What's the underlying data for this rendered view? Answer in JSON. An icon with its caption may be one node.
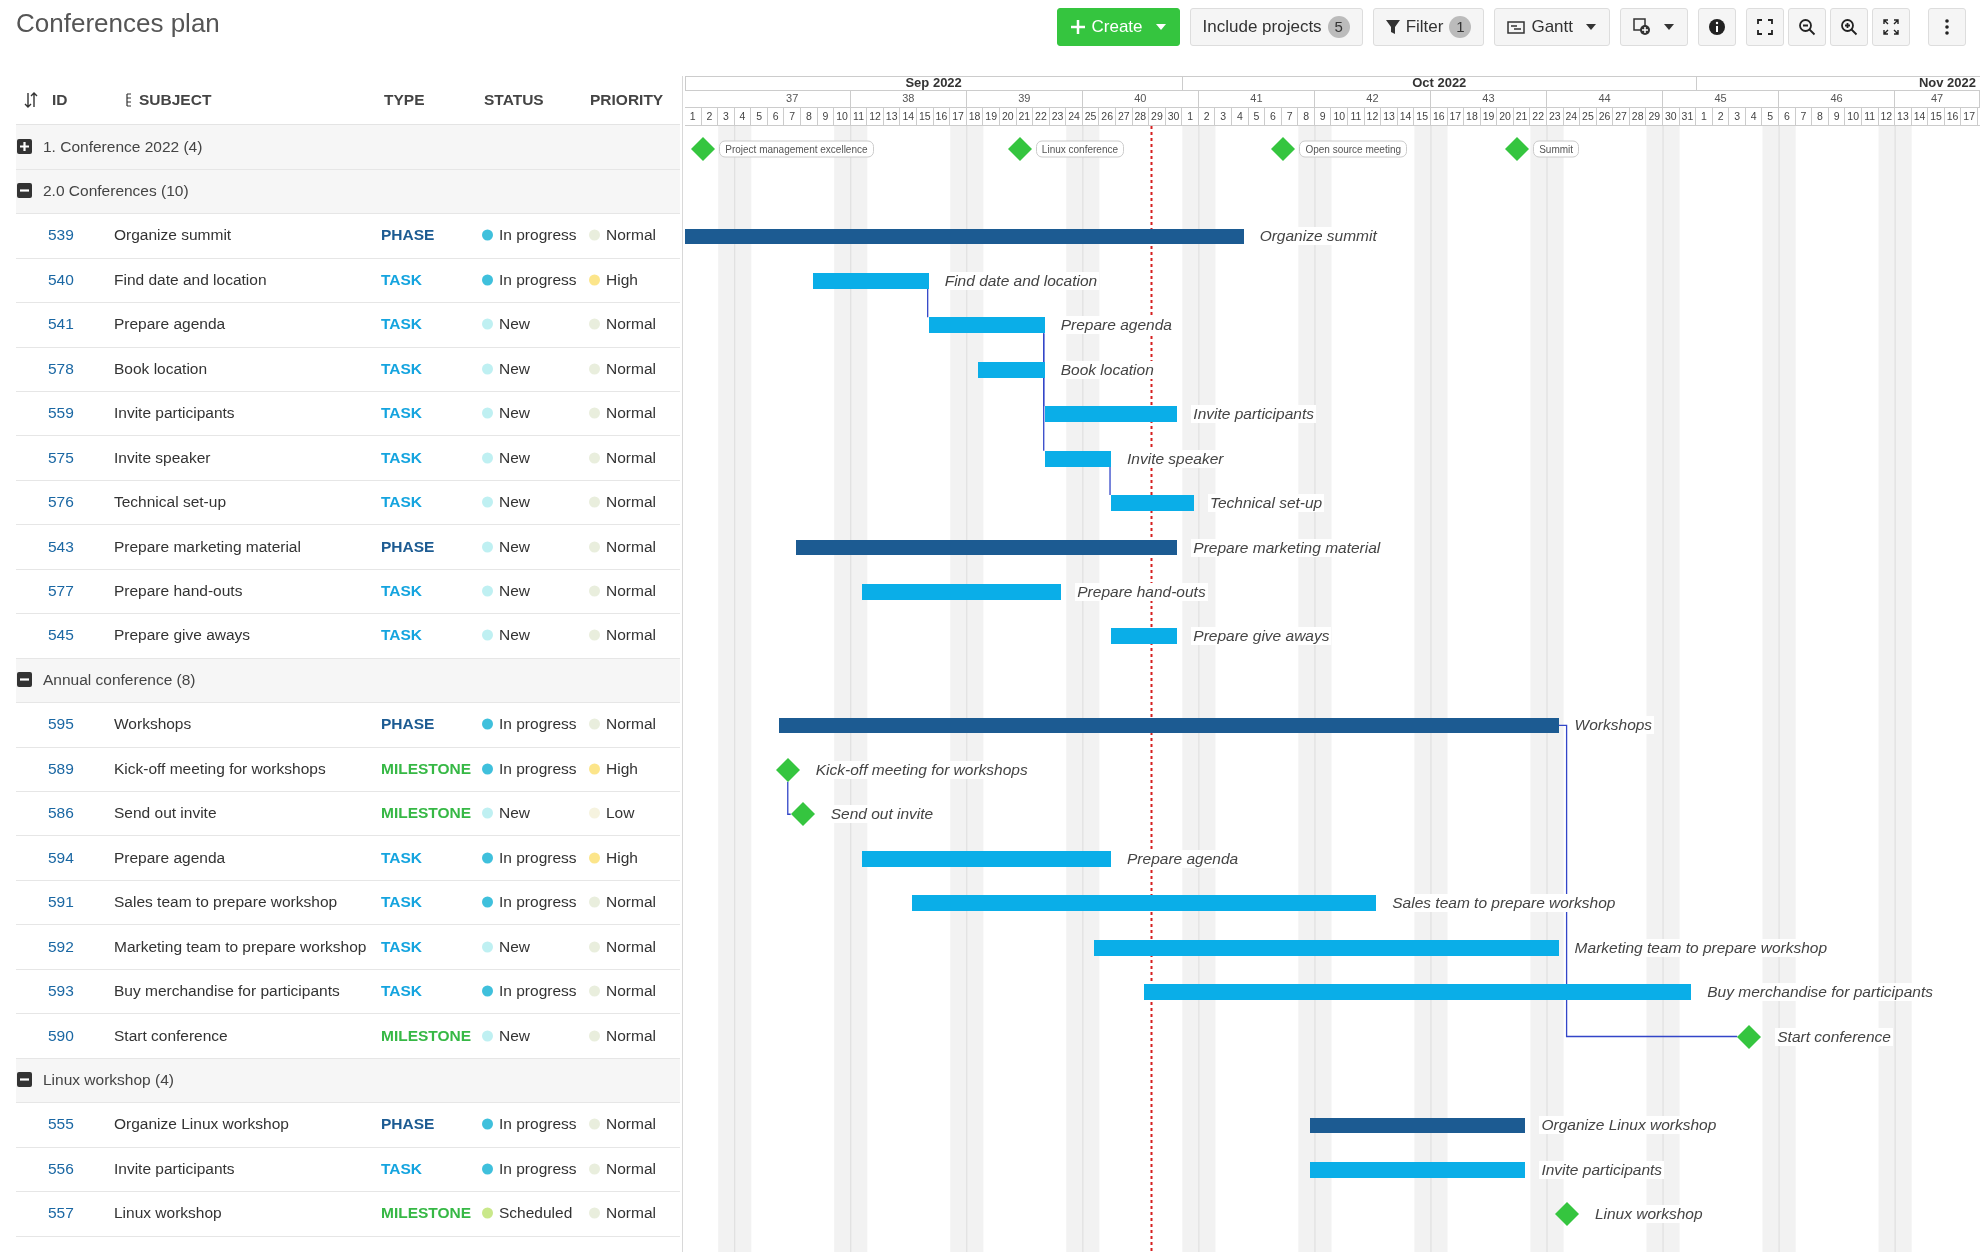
{
  "diagram": {
    "title": "Conferences plan",
    "nodes": [
      {
        "text": [],
        "shape": "diamond",
        "beside": [
          "Project management excellence"
        ]
      },
      {
        "text": [],
        "shape": "diamond",
        "beside": [
          "Linux conference"
        ]
      },
      {
        "text": [],
        "shape": "diamond",
        "beside": [
          "Open source meeting"
        ]
      },
      {
        "text": [],
        "shape": "diamond",
        "beside": [
          "Summit"
        ]
      },
      {
        "text": [],
        "shape": "bar",
        "beside": [
          "Organize summit"
        ]
      },
      {
        "text": [],
        "shape": "bar",
        "beside": [
          "Find date and location"
        ]
      },
      {
        "text": [],
        "shape": "bar",
        "beside": [
          "Prepare agenda"
        ]
      },
      {
        "text": [],
        "shape": "bar",
        "beside": [
          "Book location"
        ]
      },
      {
        "text": [],
        "shape": "bar",
        "beside": [
          "Invite participants"
        ]
      },
      {
        "text": [],
        "shape": "bar",
        "beside": [
          "Invite speaker"
        ]
      },
      {
        "text": [],
        "shape": "bar",
        "beside": [
          "Technical set-up"
        ]
      },
      {
        "text": [],
        "shape": "bar",
        "beside": [
          "Prepare marketing material"
        ]
      },
      {
        "text": [],
        "shape": "bar",
        "beside": [
          "Prepare hand-outs"
        ]
      },
      {
        "text": [],
        "shape": "bar",
        "beside": [
          "Prepare give aways"
        ]
      },
      {
        "text": [],
        "shape": "bar",
        "beside": [
          "Workshops"
        ]
      },
      {
        "text": [],
        "shape": "diamond",
        "beside": [
          "Kick-off meeting for workshops"
        ]
      },
      {
        "text": [],
        "shape": "diamond",
        "beside": [
          "Send out invite"
        ]
      },
      {
        "text": [],
        "shape": "bar",
        "beside": [
          "Prepare agenda"
        ]
      },
      {
        "text": [],
        "shape": "bar",
        "beside": [
          "Sales team to prepare workshop"
        ]
      },
      {
        "text": [],
        "shape": "bar",
        "beside": [
          "Marketing team to prepare workshop"
        ]
      },
      {
        "text": [],
        "shape": "bar",
        "beside": [
          "Buy merchandise for participants"
        ]
      },
      {
        "text": [],
        "shape": "diamond",
        "beside": [
          "Start conference"
        ]
      },
      {
        "text": [],
        "shape": "bar",
        "beside": [
          "Organize Linux workshop"
        ]
      },
      {
        "text": [],
        "shape": "bar",
        "beside": [
          "Invite participants"
        ]
      },
      {
        "text": [],
        "shape": "diamond",
        "beside": [
          "Linux workshop"
        ]
      }
    ],
    "edges": [
      {
        "from": 5,
        "to": 6,
        "arrow": "none"
      },
      {
        "from": 6,
        "to": 8,
        "arrow": "none"
      },
      {
        "from": 6,
        "to": 9,
        "arrow": "none"
      },
      {
        "from": 9,
        "to": 10,
        "arrow": "none"
      },
      {
        "from": 15,
        "to": 16,
        "arrow": "none"
      },
      {
        "from": 14,
        "to": 21,
        "arrow": "none"
      }
    ],
    "labels": [
      "Create",
      "Include projects",
      "5",
      "Filter",
      "1",
      "Gantt",
      "ID",
      "SUBJECT",
      "TYPE",
      "STATUS",
      "PRIORITY",
      "1. Conference 2022 (4)",
      "2.0 Conferences (10)",
      "539",
      "Organize summit",
      "PHASE",
      "In progress",
      "Normal",
      "540",
      "Find date and location",
      "TASK",
      "In progress",
      "High",
      "541",
      "Prepare agenda",
      "TASK",
      "New",
      "Normal",
      "578",
      "Book location",
      "TASK",
      "New",
      "Normal",
      "559",
      "Invite participants",
      "TASK",
      "New",
      "Normal",
      "575",
      "Invite speaker",
      "TASK",
      "New",
      "Normal",
      "576",
      "Technical set-up",
      "TASK",
      "New",
      "Normal",
      "543",
      "Prepare marketing material",
      "PHASE",
      "New",
      "Normal",
      "577",
      "Prepare hand-outs",
      "TASK",
      "New",
      "Normal",
      "545",
      "Prepare give aways",
      "TASK",
      "New",
      "Normal",
      "Annual conference (8)",
      "595",
      "Workshops",
      "PHASE",
      "In progress",
      "Normal",
      "589",
      "Kick-off meeting for workshops",
      "MILESTONE",
      "In progress",
      "High",
      "586",
      "Send out invite",
      "MILESTONE",
      "New",
      "Low",
      "594",
      "Prepare agenda",
      "TASK",
      "In progress",
      "High",
      "591",
      "Sales team to prepare workshop",
      "TASK",
      "In progress",
      "Normal",
      "592",
      "Marketing team to prepare workshop",
      "TASK",
      "New",
      "Normal",
      "593",
      "Buy merchandise for participants",
      "TASK",
      "In progress",
      "Normal",
      "590",
      "Start conference",
      "MILESTONE",
      "New",
      "Normal",
      "Linux workshop (4)",
      "555",
      "Organize Linux workshop",
      "PHASE",
      "In progress",
      "Normal",
      "556",
      "Invite participants",
      "TASK",
      "In progress",
      "Normal",
      "557",
      "Linux workshop",
      "MILESTONE",
      "Scheduled",
      "Normal",
      "Sep 2022",
      "Oct 2022",
      "Nov 2022",
      "37",
      "38",
      "39",
      "40",
      "41",
      "42",
      "43",
      "44",
      "45",
      "46",
      "47",
      "1",
      "2",
      "3",
      "4",
      "5",
      "6",
      "7",
      "8",
      "9",
      "10",
      "11",
      "12",
      "13",
      "14",
      "15",
      "16",
      "17",
      "18",
      "19",
      "20",
      "21",
      "22",
      "23",
      "24",
      "25",
      "26",
      "27",
      "28",
      "29",
      "30",
      "1",
      "2",
      "3",
      "4",
      "5",
      "6",
      "7",
      "8",
      "9",
      "10",
      "11",
      "12",
      "13",
      "14",
      "15",
      "16",
      "17",
      "18",
      "19",
      "20",
      "21",
      "22",
      "23",
      "24",
      "25",
      "26",
      "27",
      "28",
      "29",
      "30",
      "31",
      "1",
      "2",
      "3",
      "4",
      "5",
      "6",
      "7",
      "8",
      "9",
      "10",
      "11",
      "12",
      "13",
      "14",
      "15",
      "16",
      "17"
    ]
  }
}
